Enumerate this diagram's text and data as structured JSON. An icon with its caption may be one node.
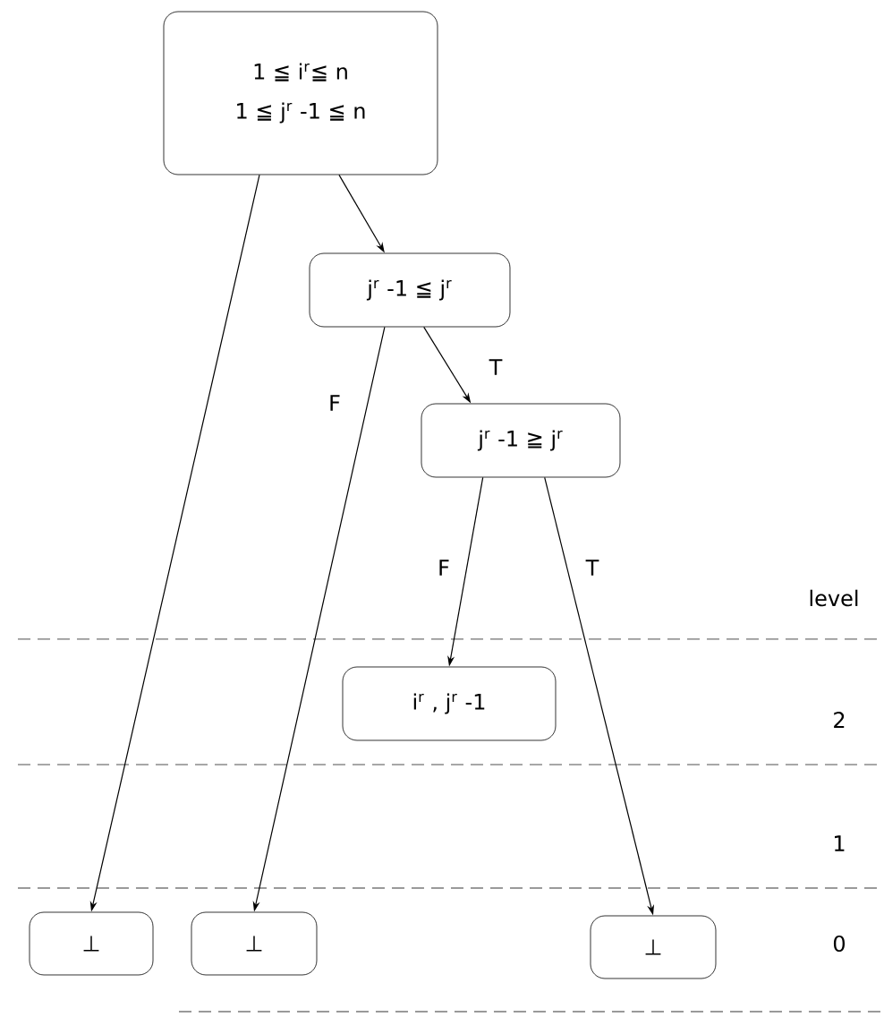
{
  "diagram": {
    "nodes": [
      {
        "text": [
          "1 ≦ i$^{r}$≦ n",
          "1 ≦ j$^{r}$ -1 ≦ n"
        ]
      },
      {
        "text": [
          "j$^{r}$ -1 ≦ j$^{r}$"
        ]
      },
      {
        "text": [
          "j$^{r}$ -1 ≧ j$^{r}$"
        ]
      },
      {
        "text": [
          "i$^{r}$ , j$^{r}$ -1"
        ]
      },
      {
        "text": [
          "⊥"
        ]
      },
      {
        "text": [
          "⊥"
        ]
      },
      {
        "text": [
          "⊥"
        ]
      }
    ],
    "edges": [
      {
        "from": 0,
        "to": 4,
        "arrow": "to"
      },
      {
        "from": 0,
        "to": 1,
        "arrow": "to"
      },
      {
        "from": 1,
        "to": 5,
        "arrow": "to",
        "label": "F"
      },
      {
        "from": 1,
        "to": 2,
        "arrow": "to",
        "label": "T"
      },
      {
        "from": 2,
        "to": 3,
        "arrow": "to",
        "label": "F"
      },
      {
        "from": 2,
        "to": 6,
        "arrow": "to",
        "label": "T"
      }
    ],
    "labels": [
      "level",
      "2",
      "1",
      "0"
    ]
  }
}
